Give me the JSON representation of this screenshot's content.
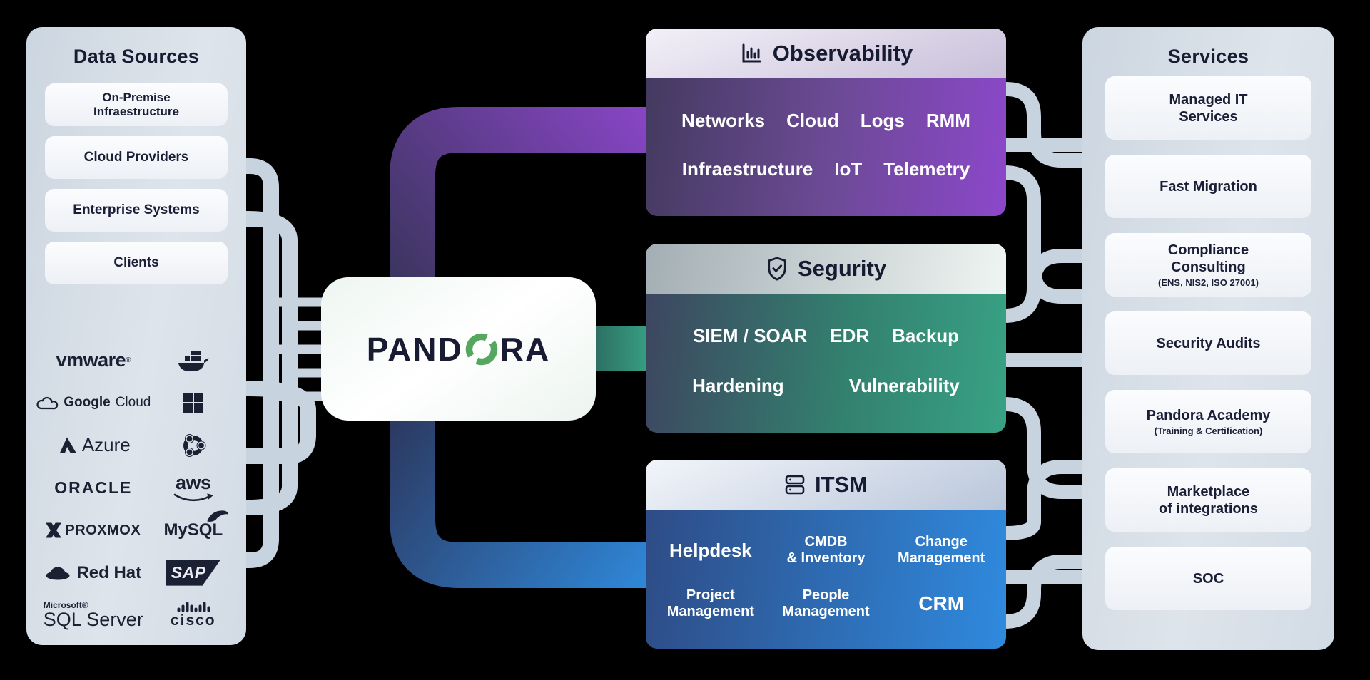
{
  "canvas": {
    "background": "#000000"
  },
  "data_sources": {
    "title": "Data Sources",
    "categories": [
      "On-Premise\nInfraestructure",
      "Cloud Providers",
      "Enterprise Systems",
      "Clients"
    ],
    "logos": [
      {
        "name": "vmware",
        "label": "vmware",
        "mark": "®"
      },
      {
        "name": "docker"
      },
      {
        "name": "google-cloud",
        "label_bold": "Google",
        "label": "Cloud"
      },
      {
        "name": "microsoft"
      },
      {
        "name": "azure",
        "label": "Azure"
      },
      {
        "name": "ubuntu"
      },
      {
        "name": "oracle",
        "label": "ORACLE"
      },
      {
        "name": "aws",
        "label": "aws"
      },
      {
        "name": "proxmox",
        "label": "PROXMOX"
      },
      {
        "name": "mysql",
        "label": "MySQL"
      },
      {
        "name": "redhat",
        "label": "Red Hat"
      },
      {
        "name": "sap",
        "label": "SAP"
      },
      {
        "name": "sql-server",
        "label_top": "Microsoft®",
        "label": "SQL Server"
      },
      {
        "name": "cisco",
        "label": "cisco"
      }
    ]
  },
  "pandora": {
    "brand_prefix": "PAND",
    "brand_suffix": "RA",
    "logo_green": "#55a75f"
  },
  "modules": [
    {
      "title": "Observability",
      "icon": "bar-chart-icon",
      "row1": [
        "Networks",
        "Cloud",
        "Logs",
        "RMM"
      ],
      "row2": [
        "Infraestructure",
        "IoT",
        "Telemetry"
      ]
    },
    {
      "title": "Segurity",
      "icon": "shield-check-icon",
      "row1": [
        "SIEM / SOAR",
        "EDR",
        "Backup"
      ],
      "row2": [
        "Hardening",
        "Vulnerability"
      ]
    },
    {
      "title": "ITSM",
      "icon": "server-stack-icon",
      "row1": [
        "Helpdesk",
        "CMDB\n& Inventory",
        "Change\nManagement"
      ],
      "row2": [
        "Project\nManagement",
        "People\nManagement",
        "CRM"
      ]
    }
  ],
  "services": {
    "title": "Services",
    "items": [
      {
        "label": "Managed IT\nServices"
      },
      {
        "label": "Fast Migration"
      },
      {
        "label": "Compliance\nConsulting",
        "sub": "(ENS, NIS2, ISO 27001)"
      },
      {
        "label": "Security Audits"
      },
      {
        "label": "Pandora Academy",
        "sub": "(Training & Certification)"
      },
      {
        "label": "Marketplace\nof integrations"
      },
      {
        "label": "SOC"
      }
    ]
  },
  "colors": {
    "panel_bg": "#d3dce6",
    "pill_bg": "#f7f9fb",
    "text_dark": "#171c33",
    "text_light": "#ffffff",
    "connector": "#c8d3e0",
    "observability_gradient": [
      "#443a60",
      "#8c47ca"
    ],
    "segurity_gradient": [
      "#3d4660",
      "#38a284"
    ],
    "itsm_gradient": [
      "#2e4c86",
      "#2f8ade"
    ],
    "pipe_purple": [
      "#3b355e",
      "#8b46c9"
    ],
    "pipe_green": [
      "#2c6a5f",
      "#37a183"
    ],
    "pipe_blue": [
      "#2c3a62",
      "#2f88da"
    ],
    "pandora_green": "#55a75f"
  }
}
